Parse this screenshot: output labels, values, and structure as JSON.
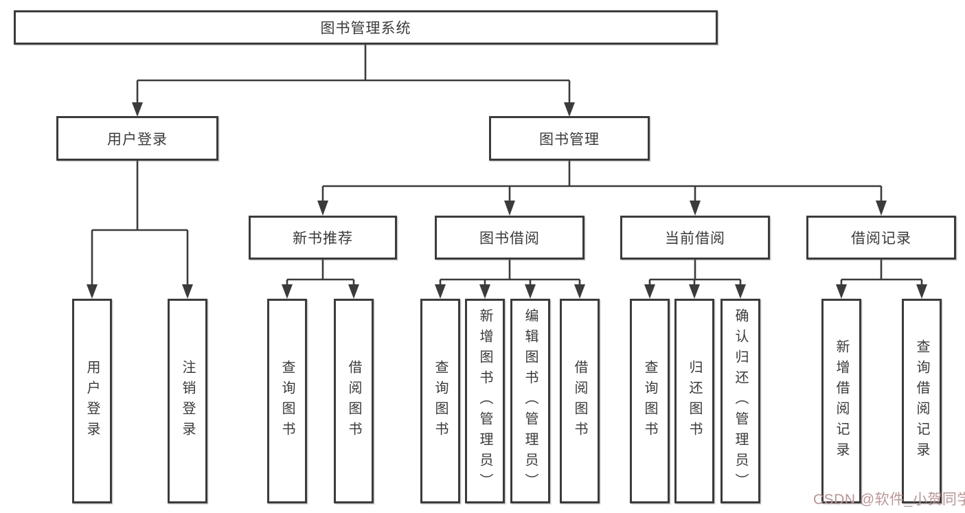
{
  "diagram": {
    "title": "图书管理系统",
    "tree": {
      "root": {
        "label": "图书管理系统",
        "children": {
          "user_login": {
            "label": "用户登录",
            "children": {
              "login": {
                "label": "用户登录"
              },
              "logout": {
                "label": "注销登录"
              }
            }
          },
          "book_management": {
            "label": "图书管理",
            "children": {
              "new_book_recommend": {
                "label": "新书推荐",
                "children": {
                  "query_books": {
                    "label": "查询图书"
                  },
                  "borrow_books": {
                    "label": "借阅图书"
                  }
                }
              },
              "book_borrowing": {
                "label": "图书借阅",
                "children": {
                  "query_books": {
                    "label": "查询图书"
                  },
                  "add_books_admin": {
                    "label": "新增图书（管理员）"
                  },
                  "edit_books_admin": {
                    "label": "编辑图书（管理员）"
                  },
                  "borrow_books": {
                    "label": "借阅图书"
                  }
                }
              },
              "current_borrowing": {
                "label": "当前借阅",
                "children": {
                  "query_books": {
                    "label": "查询图书"
                  },
                  "return_books": {
                    "label": "归还图书"
                  },
                  "confirm_return_admin": {
                    "label": "确认归还（管理员）"
                  }
                }
              },
              "borrowing_records": {
                "label": "借阅记录",
                "children": {
                  "add_borrow_record": {
                    "label": "新增借阅记录"
                  },
                  "query_borrow_record": {
                    "label": "查询借阅记录"
                  }
                }
              }
            }
          }
        }
      }
    },
    "line_color": "#3b3b3b",
    "text_color": "#3a3a3a"
  },
  "watermark": {
    "text": "CSDN @软件_小贺同学",
    "color": "#bd9494"
  }
}
